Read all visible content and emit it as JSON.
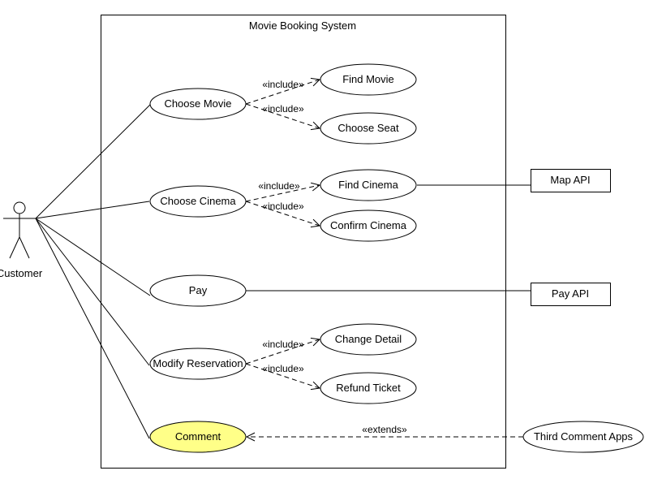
{
  "system": {
    "title": "Movie Booking System"
  },
  "actors": {
    "customer": "Customer",
    "map_api": "Map API",
    "pay_api": "Pay API",
    "third_comment_apps": "Third Comment Apps"
  },
  "use_cases": {
    "choose_movie": "Choose Movie",
    "find_movie": "Find Movie",
    "choose_seat": "Choose Seat",
    "choose_cinema": "Choose Cinema",
    "find_cinema": "Find Cinema",
    "confirm_cinema": "Confirm Cinema",
    "pay": "Pay",
    "modify_reservation": "Modify Reservation",
    "change_detail": "Change Detail",
    "refund_ticket": "Refund Ticket",
    "comment": "Comment"
  },
  "relations": {
    "include": "«include»",
    "extends": "«extends»"
  },
  "colors": {
    "highlight_fill": "#ffff88",
    "line": "#000000",
    "background": "#ffffff"
  }
}
